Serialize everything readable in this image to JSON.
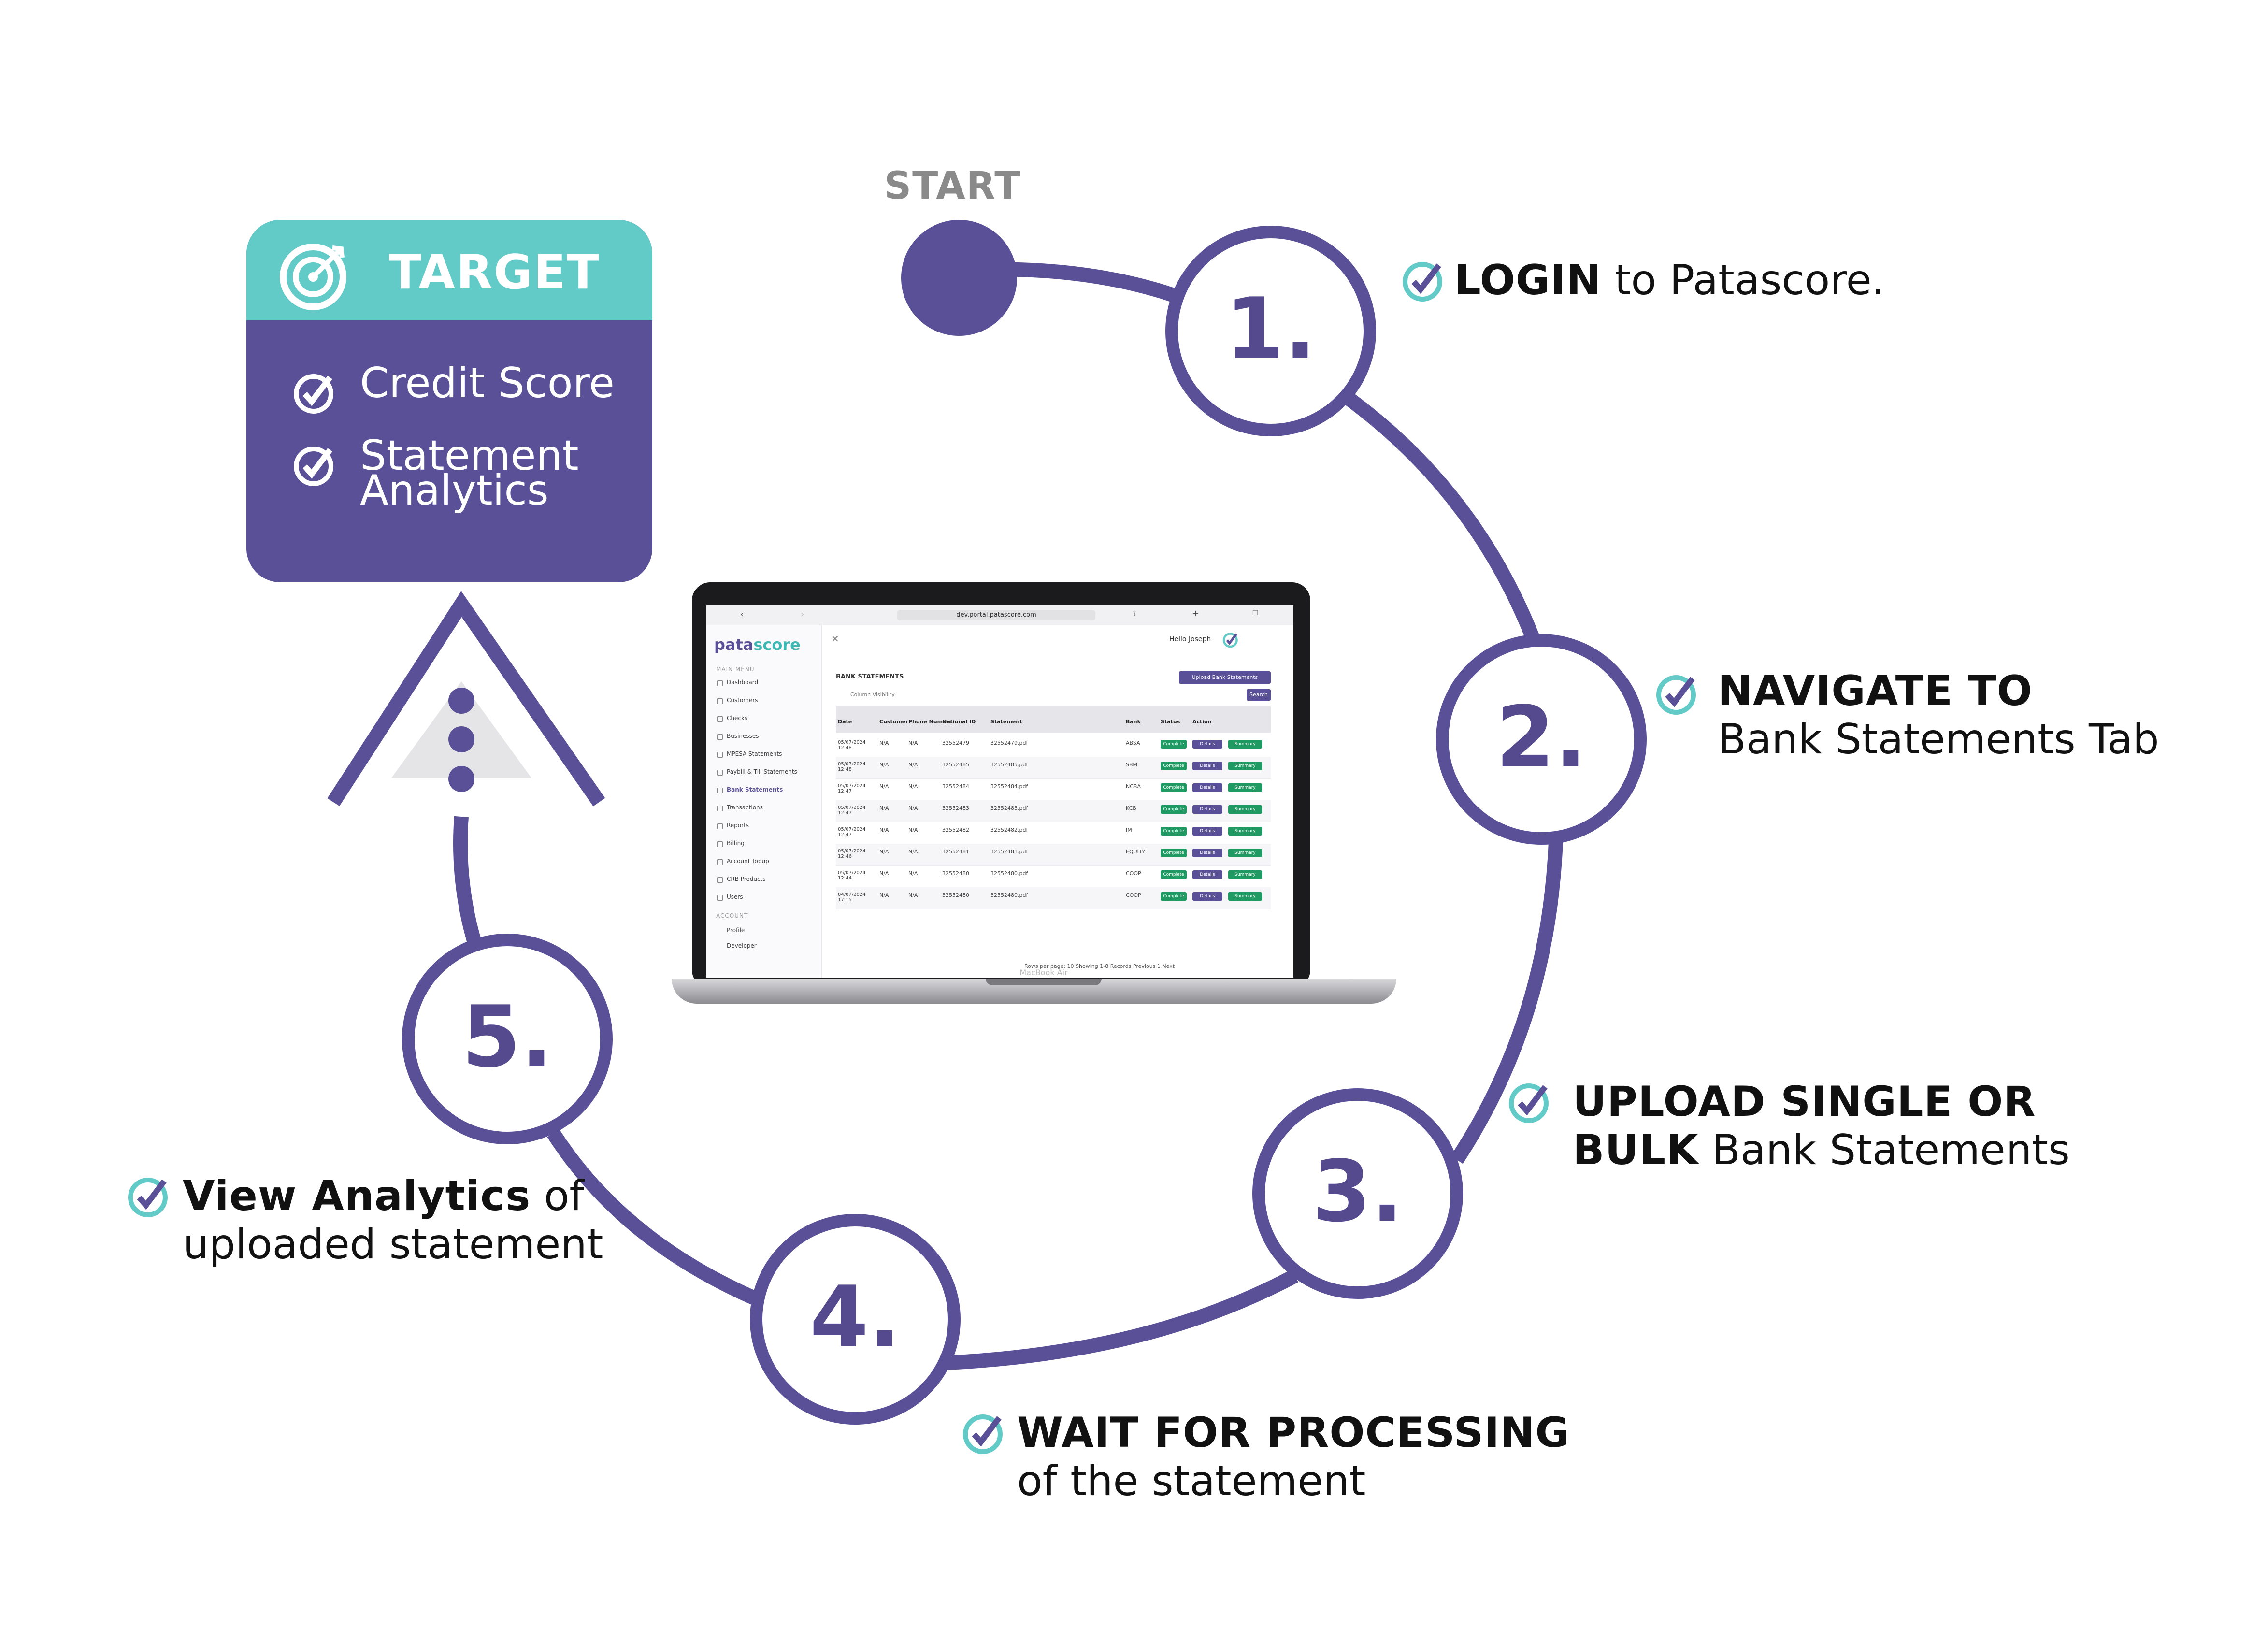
{
  "start": {
    "label": "START"
  },
  "target": {
    "title": "TARGET",
    "items": [
      "Credit Score",
      "Statement",
      "Analytics"
    ]
  },
  "steps": [
    {
      "number": "1.",
      "bold": "LOGIN",
      "rest": " to Patascore.",
      "line2": ""
    },
    {
      "number": "2.",
      "bold": "NAVIGATE TO",
      "rest": "",
      "line2": "Bank Statements Tab"
    },
    {
      "number": "3.",
      "bold": "UPLOAD SINGLE OR",
      "rest": "",
      "line2_bold": "BULK",
      "line2": " Bank Statements"
    },
    {
      "number": "4.",
      "bold": "WAIT FOR PROCESSING",
      "rest": "",
      "line2": "of the statement"
    },
    {
      "number": "5.",
      "bold": "View Analytics",
      "rest": " of",
      "line2": "uploaded statement"
    }
  ],
  "laptop": {
    "url": "dev.portal.patascore.com",
    "brand": "MacBook Air",
    "logo_a": "pata",
    "logo_b": "score",
    "greeting": "Hello Joseph",
    "menu_head": "MAIN MENU",
    "menu": [
      "Dashboard",
      "Customers",
      "Checks",
      "Businesses",
      "MPESA Statements",
      "Paybill & Till Statements",
      "Bank Statements",
      "Transactions",
      "Reports",
      "Billing",
      "Account Topup",
      "CRB Products",
      "Users"
    ],
    "account_head": "ACCOUNT",
    "account": [
      "Profile",
      "Developer"
    ],
    "page_title": "BANK STATEMENTS",
    "upload_btn": "Upload Bank Statements",
    "search_btn": "Search",
    "col_vis": "Column Visibility",
    "columns": [
      "Date",
      "Customer",
      "Phone Number",
      "National ID",
      "Statement",
      "Bank",
      "Status",
      "Action"
    ],
    "rows": [
      [
        "05/07/2024 12:48",
        "N/A",
        "N/A",
        "32552479",
        "32552479.pdf",
        "ABSA"
      ],
      [
        "05/07/2024 12:48",
        "N/A",
        "N/A",
        "32552485",
        "32552485.pdf",
        "SBM"
      ],
      [
        "05/07/2024 12:47",
        "N/A",
        "N/A",
        "32552484",
        "32552484.pdf",
        "NCBA"
      ],
      [
        "05/07/2024 12:47",
        "N/A",
        "N/A",
        "32552483",
        "32552483.pdf",
        "KCB"
      ],
      [
        "05/07/2024 12:47",
        "N/A",
        "N/A",
        "32552482",
        "32552482.pdf",
        "IM"
      ],
      [
        "05/07/2024 12:46",
        "N/A",
        "N/A",
        "32552481",
        "32552481.pdf",
        "EQUITY"
      ],
      [
        "05/07/2024 12:44",
        "N/A",
        "N/A",
        "32552480",
        "32552480.pdf",
        "COOP"
      ],
      [
        "04/07/2024 17:15",
        "N/A",
        "N/A",
        "32552480",
        "32552480.pdf",
        "COOP"
      ]
    ],
    "status": "Complete",
    "details": "Details",
    "summary": "Summary",
    "pager": "Rows per page: 10   Showing 1-8 Records   Previous  1  Next"
  },
  "colors": {
    "purple": "#5a5097",
    "teal": "#62cbc8",
    "number": "#554a8e"
  }
}
